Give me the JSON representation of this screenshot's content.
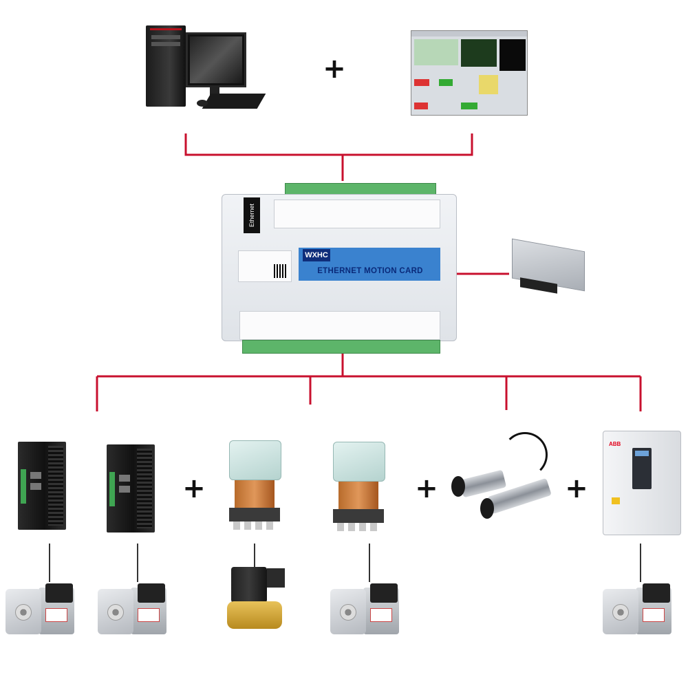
{
  "board": {
    "port_label": "Ethernet",
    "logo_text": "WXHC",
    "title": "ETHERNET MOTION CARD"
  },
  "plus_signs": [
    "+",
    "+",
    "+",
    "+",
    "+"
  ],
  "colors": {
    "wire": "#c8102e",
    "connector_line": "#333333",
    "banner": "#3a82cf",
    "terminal_green": "#5db56a"
  },
  "components": {
    "top": [
      "computer",
      "control-software"
    ],
    "side": [
      "power-supply"
    ],
    "bottom_row": [
      "servo-driver",
      "servo-driver",
      "relay",
      "relay",
      "proximity-sensors",
      "frequency-inverter"
    ],
    "motors_row": [
      "servo-motor",
      "servo-motor",
      "solenoid-valve",
      "servo-motor",
      "servo-motor"
    ]
  }
}
